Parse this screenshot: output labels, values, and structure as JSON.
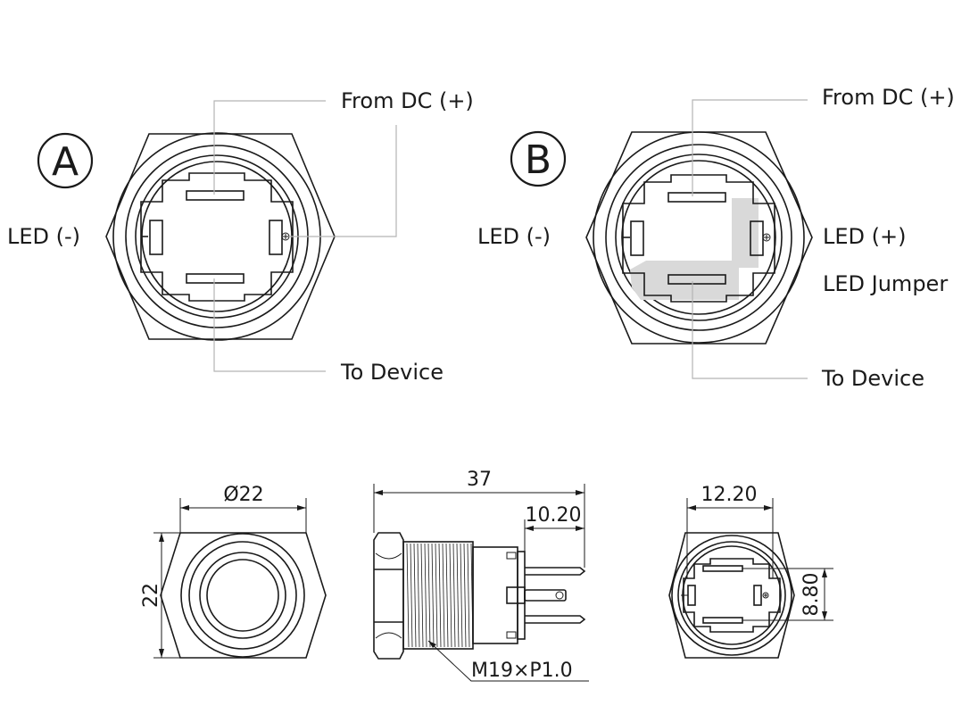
{
  "diagram_a": {
    "letter": "A",
    "from_dc": "From DC (+)",
    "led_minus": "LED (-)",
    "to_device": "To Device"
  },
  "diagram_b": {
    "letter": "B",
    "from_dc": "From DC (+)",
    "led_minus": "LED (-)",
    "led_plus": "LED (+)",
    "led_jumper": "LED Jumper",
    "to_device": "To Device",
    "jumper_color": "#d9d9d9"
  },
  "dimensions": {
    "diameter": "Ø22",
    "height": "22",
    "length": "37",
    "terminal_length": "10.20",
    "thread": "M19×P1.0",
    "terminal_width": "12.20",
    "terminal_spacing": "8.80"
  }
}
